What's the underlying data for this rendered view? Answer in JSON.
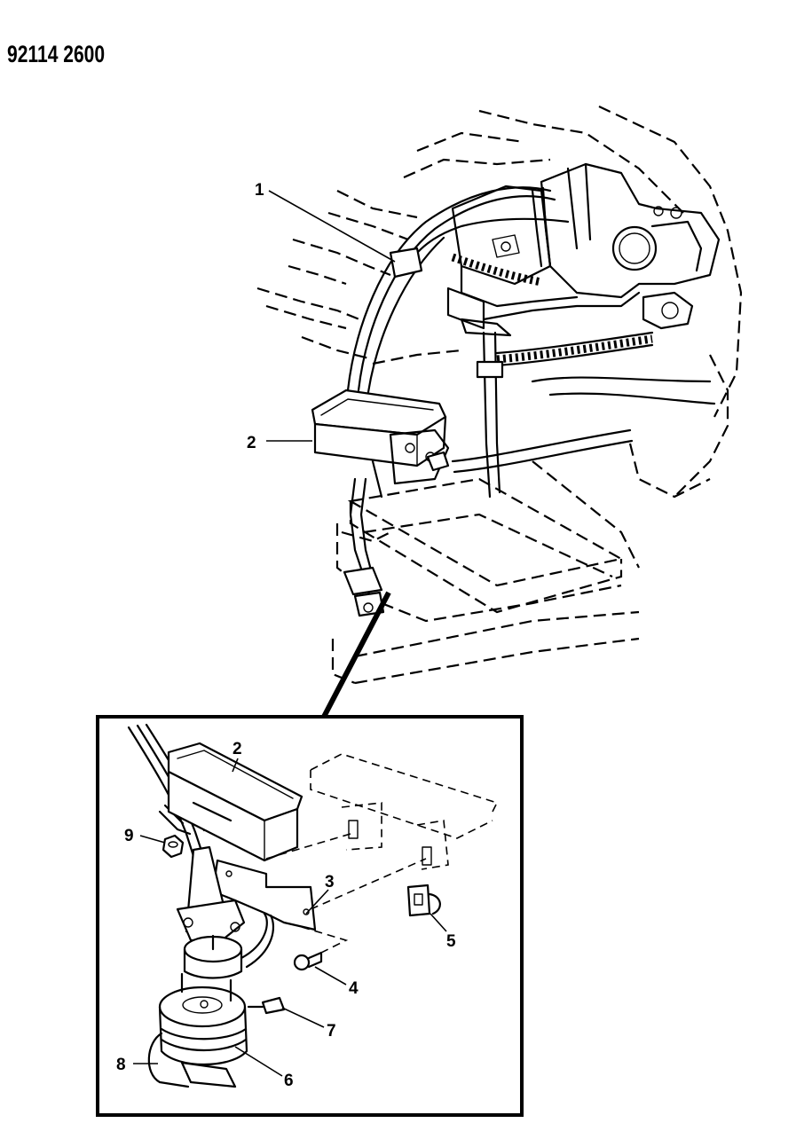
{
  "header": {
    "doc_id": "92114 2600"
  },
  "callouts": {
    "c1": "1",
    "c2_main": "2",
    "c2_inset": "2",
    "c3": "3",
    "c4": "4",
    "c5": "5",
    "c6": "6",
    "c7": "7",
    "c8": "8",
    "c9": "9"
  }
}
